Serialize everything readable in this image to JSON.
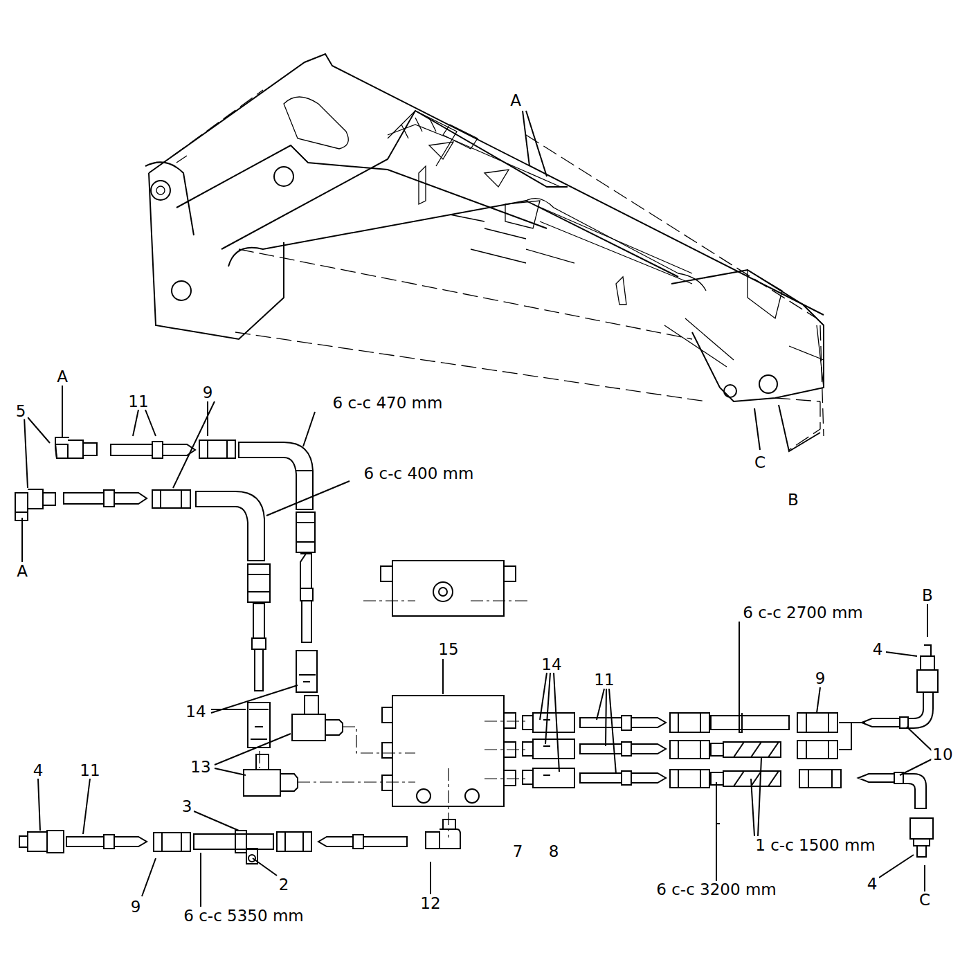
{
  "diagram": {
    "labels": [
      "A",
      "C",
      "B",
      "A",
      "11",
      "9",
      "6 c-c 470 mm",
      "5",
      "6 c-c 400 mm",
      "A",
      "6 c-c 2700 mm",
      "B",
      "4",
      "15",
      "14",
      "11",
      "9",
      "14",
      "10",
      "13",
      "4",
      "11",
      "3",
      "7",
      "8",
      "1 c-c 1500 mm",
      "2",
      "4",
      "9",
      "12",
      "6 c-c 3200 mm",
      "C",
      "6 c-c 5350 mm"
    ]
  }
}
